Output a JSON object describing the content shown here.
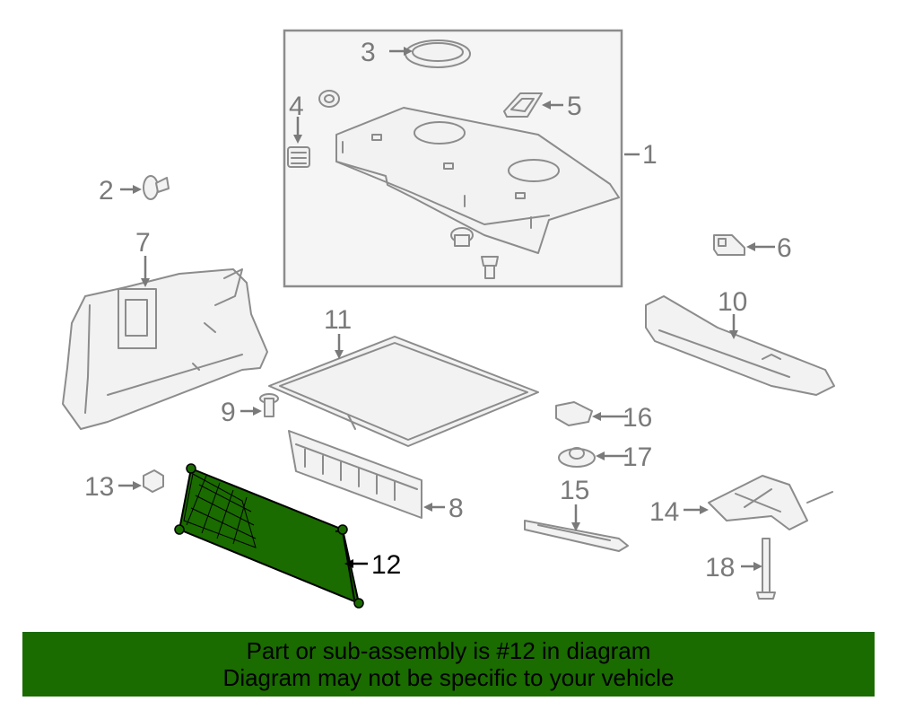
{
  "diagram": {
    "callouts": [
      "1",
      "2",
      "3",
      "4",
      "5",
      "6",
      "7",
      "8",
      "9",
      "10",
      "11",
      "12",
      "13",
      "14",
      "15",
      "16",
      "17",
      "18"
    ],
    "highlight_color": "#1a6b00",
    "line_color": "#8c8c8c",
    "highlighted_part": "12"
  },
  "notice": {
    "line1": "Part or sub-assembly is #12 in diagram",
    "line2": "Diagram may not be specific to your vehicle",
    "background": "#1a6b00"
  }
}
